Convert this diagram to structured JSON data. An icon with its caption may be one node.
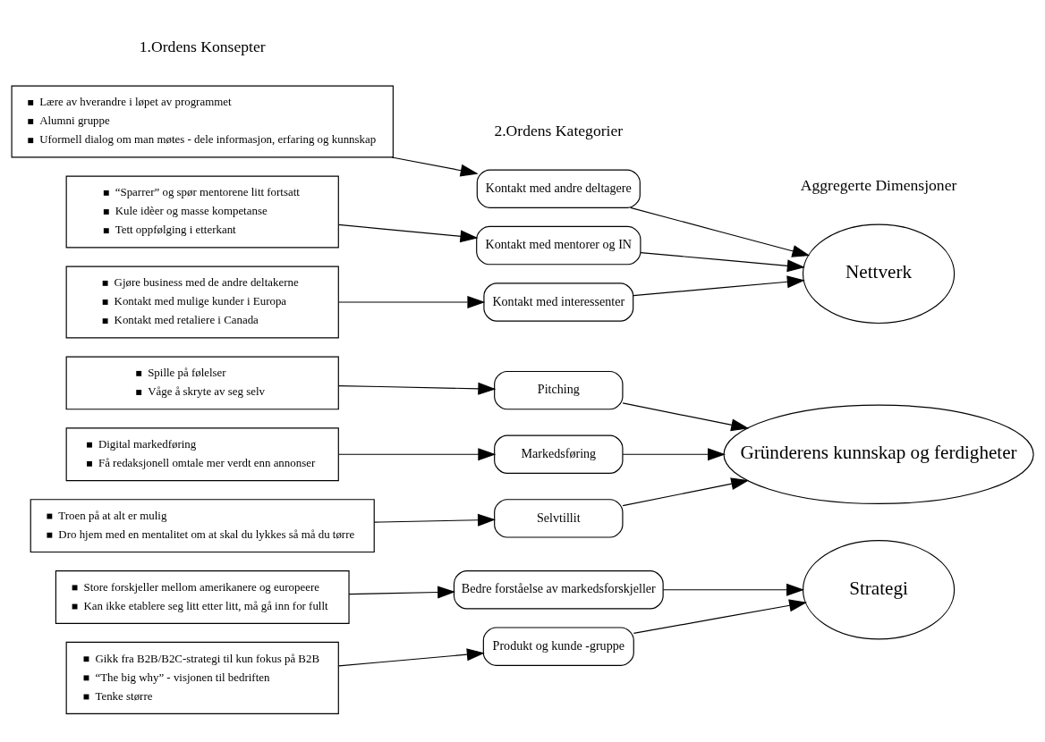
{
  "diagram": {
    "nodes": [
      {
        "text": [
          "Lære av hverandre i løpet av programmet",
          "Alumni gruppe",
          "Uformell dialog om man møtes - dele informasjon, erfaring og kunnskap"
        ]
      },
      {
        "text": [
          "“Sparrer” og spør mentorene litt fortsatt",
          "Kule idèer og masse kompetanse",
          "Tett oppfølging i etterkant"
        ]
      },
      {
        "text": [
          "Gjøre business med de andre deltakerne",
          "Kontakt med mulige kunder i Europa",
          "Kontakt med retaliere i Canada"
        ]
      },
      {
        "text": [
          "Spille på følelser",
          "Våge å skryte av seg selv"
        ]
      },
      {
        "text": [
          "Digital markedføring",
          "Få redaksjonell omtale mer verdt enn annonser"
        ]
      },
      {
        "text": [
          "Troen på at alt er mulig",
          "Dro hjem med en mentalitet om at skal du lykkes så må du tørre"
        ]
      },
      {
        "text": [
          "Store forskjeller mellom amerikanere og europeere",
          "Kan ikke etablere seg litt etter litt, må gå inn for fullt"
        ]
      },
      {
        "text": [
          "Gikk fra B2B/B2C-strategi til kun fokus på B2B",
          "“The big why” - visjonen til bedriften",
          "Tenke større"
        ]
      },
      {
        "text": [
          "Kontakt med andre deltagere"
        ]
      },
      {
        "text": [
          "Kontakt med mentorer og IN"
        ]
      },
      {
        "text": [
          "Kontakt med interessenter"
        ]
      },
      {
        "text": [
          "Pitching"
        ]
      },
      {
        "text": [
          "Markedsføring"
        ]
      },
      {
        "text": [
          "Selvtillit"
        ]
      },
      {
        "text": [
          "Bedre forståelse av markedsforskjeller"
        ]
      },
      {
        "text": [
          "Produkt og kunde -gruppe"
        ]
      },
      {
        "text": [
          "Nettverk"
        ]
      },
      {
        "text": [
          "Gründerens kunnskap og ferdigheter"
        ]
      },
      {
        "text": [
          "Strategi"
        ]
      }
    ],
    "edges": [
      {
        "from": 0,
        "to": 8,
        "arrow": "to"
      },
      {
        "from": 1,
        "to": 9,
        "arrow": "to"
      },
      {
        "from": 2,
        "to": 10,
        "arrow": "to"
      },
      {
        "from": 3,
        "to": 11,
        "arrow": "to"
      },
      {
        "from": 4,
        "to": 12,
        "arrow": "to"
      },
      {
        "from": 5,
        "to": 13,
        "arrow": "to"
      },
      {
        "from": 6,
        "to": 14,
        "arrow": "to"
      },
      {
        "from": 7,
        "to": 15,
        "arrow": "to"
      },
      {
        "from": 8,
        "to": 16,
        "arrow": "to"
      },
      {
        "from": 9,
        "to": 16,
        "arrow": "to"
      },
      {
        "from": 10,
        "to": 16,
        "arrow": "to"
      },
      {
        "from": 11,
        "to": 17,
        "arrow": "to"
      },
      {
        "from": 12,
        "to": 17,
        "arrow": "to"
      },
      {
        "from": 13,
        "to": 17,
        "arrow": "to"
      },
      {
        "from": 14,
        "to": 18,
        "arrow": "to"
      },
      {
        "from": 15,
        "to": 18,
        "arrow": "to"
      }
    ],
    "labels": [
      "1.Ordens Konsepter",
      "2.Ordens Kategorier",
      "Aggregerte Dimensjoner"
    ]
  }
}
